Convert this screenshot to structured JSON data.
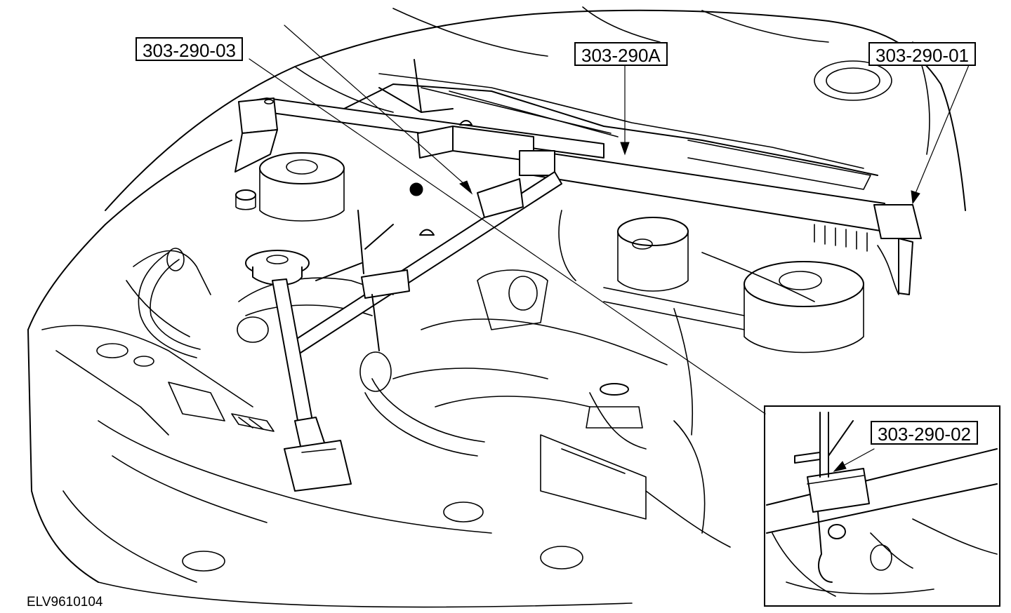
{
  "callouts": {
    "tool_03": "303-290-03",
    "tool_a": "303-290A",
    "tool_01": "303-290-01",
    "tool_02": "303-290-02"
  },
  "figure": {
    "reference_code": "ELV9610104"
  },
  "colors": {
    "line": "#000000",
    "background": "#ffffff"
  }
}
